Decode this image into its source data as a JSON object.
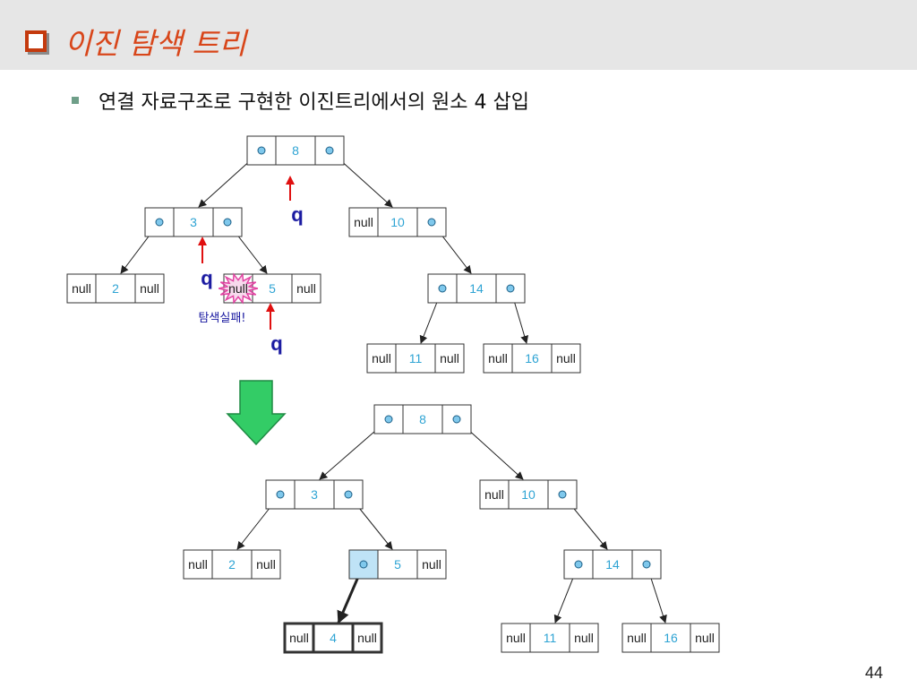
{
  "slide": {
    "title": "이진 탐색 트리",
    "bullet": "연결 자료구조로 구현한 이진트리에서의 원소 4 삽입",
    "page_number": "44"
  },
  "colors": {
    "title": "#d8461a",
    "title_box": "#c43a0e",
    "node_value": "#2fa4d4",
    "pointer_dot": "#7fc8ec",
    "search_arrow": "#e01010",
    "pointer_label": "#1a1aa0",
    "down_arrow": "#33cc66",
    "highlight_cell": "#bfe3f6",
    "burst": "#e0309a"
  },
  "labels": {
    "null": "null",
    "pointer": "q",
    "search_fail": "탐색실패!"
  },
  "before_tree": {
    "nodes": [
      {
        "id": "n8",
        "value": "8",
        "left": "ptr",
        "right": "ptr"
      },
      {
        "id": "n3",
        "value": "3",
        "left": "ptr",
        "right": "ptr"
      },
      {
        "id": "n10",
        "value": "10",
        "left": "null",
        "right": "ptr"
      },
      {
        "id": "n2",
        "value": "2",
        "left": "null",
        "right": "null"
      },
      {
        "id": "n5",
        "value": "5",
        "left": "null",
        "right": "null",
        "burst": true
      },
      {
        "id": "n14",
        "value": "14",
        "left": "ptr",
        "right": "ptr"
      },
      {
        "id": "n11",
        "value": "11",
        "left": "null",
        "right": "null"
      },
      {
        "id": "n16",
        "value": "16",
        "left": "null",
        "right": "null"
      }
    ],
    "edges": [
      [
        "n8",
        "n3"
      ],
      [
        "n8",
        "n10"
      ],
      [
        "n3",
        "n2"
      ],
      [
        "n3",
        "n5"
      ],
      [
        "n10",
        "n14"
      ],
      [
        "n14",
        "n11"
      ],
      [
        "n14",
        "n16"
      ]
    ],
    "search_path": [
      "n8",
      "n3",
      "n5"
    ],
    "result": "탐색실패!"
  },
  "after_tree": {
    "nodes": [
      {
        "id": "m8",
        "value": "8",
        "left": "ptr",
        "right": "ptr"
      },
      {
        "id": "m3",
        "value": "3",
        "left": "ptr",
        "right": "ptr"
      },
      {
        "id": "m10",
        "value": "10",
        "left": "null",
        "right": "ptr"
      },
      {
        "id": "m2",
        "value": "2",
        "left": "null",
        "right": "null"
      },
      {
        "id": "m5",
        "value": "5",
        "left": "ptr",
        "right": "null",
        "highlight_left": true
      },
      {
        "id": "m14",
        "value": "14",
        "left": "ptr",
        "right": "ptr"
      },
      {
        "id": "m4",
        "value": "4",
        "left": "null",
        "right": "null",
        "new_node": true
      },
      {
        "id": "m11",
        "value": "11",
        "left": "null",
        "right": "null"
      },
      {
        "id": "m16",
        "value": "16",
        "left": "null",
        "right": "null"
      }
    ],
    "edges": [
      [
        "m8",
        "m3"
      ],
      [
        "m8",
        "m10"
      ],
      [
        "m3",
        "m2"
      ],
      [
        "m3",
        "m5"
      ],
      [
        "m5",
        "m4"
      ],
      [
        "m10",
        "m14"
      ],
      [
        "m14",
        "m11"
      ],
      [
        "m14",
        "m16"
      ]
    ],
    "inserted": "4"
  }
}
